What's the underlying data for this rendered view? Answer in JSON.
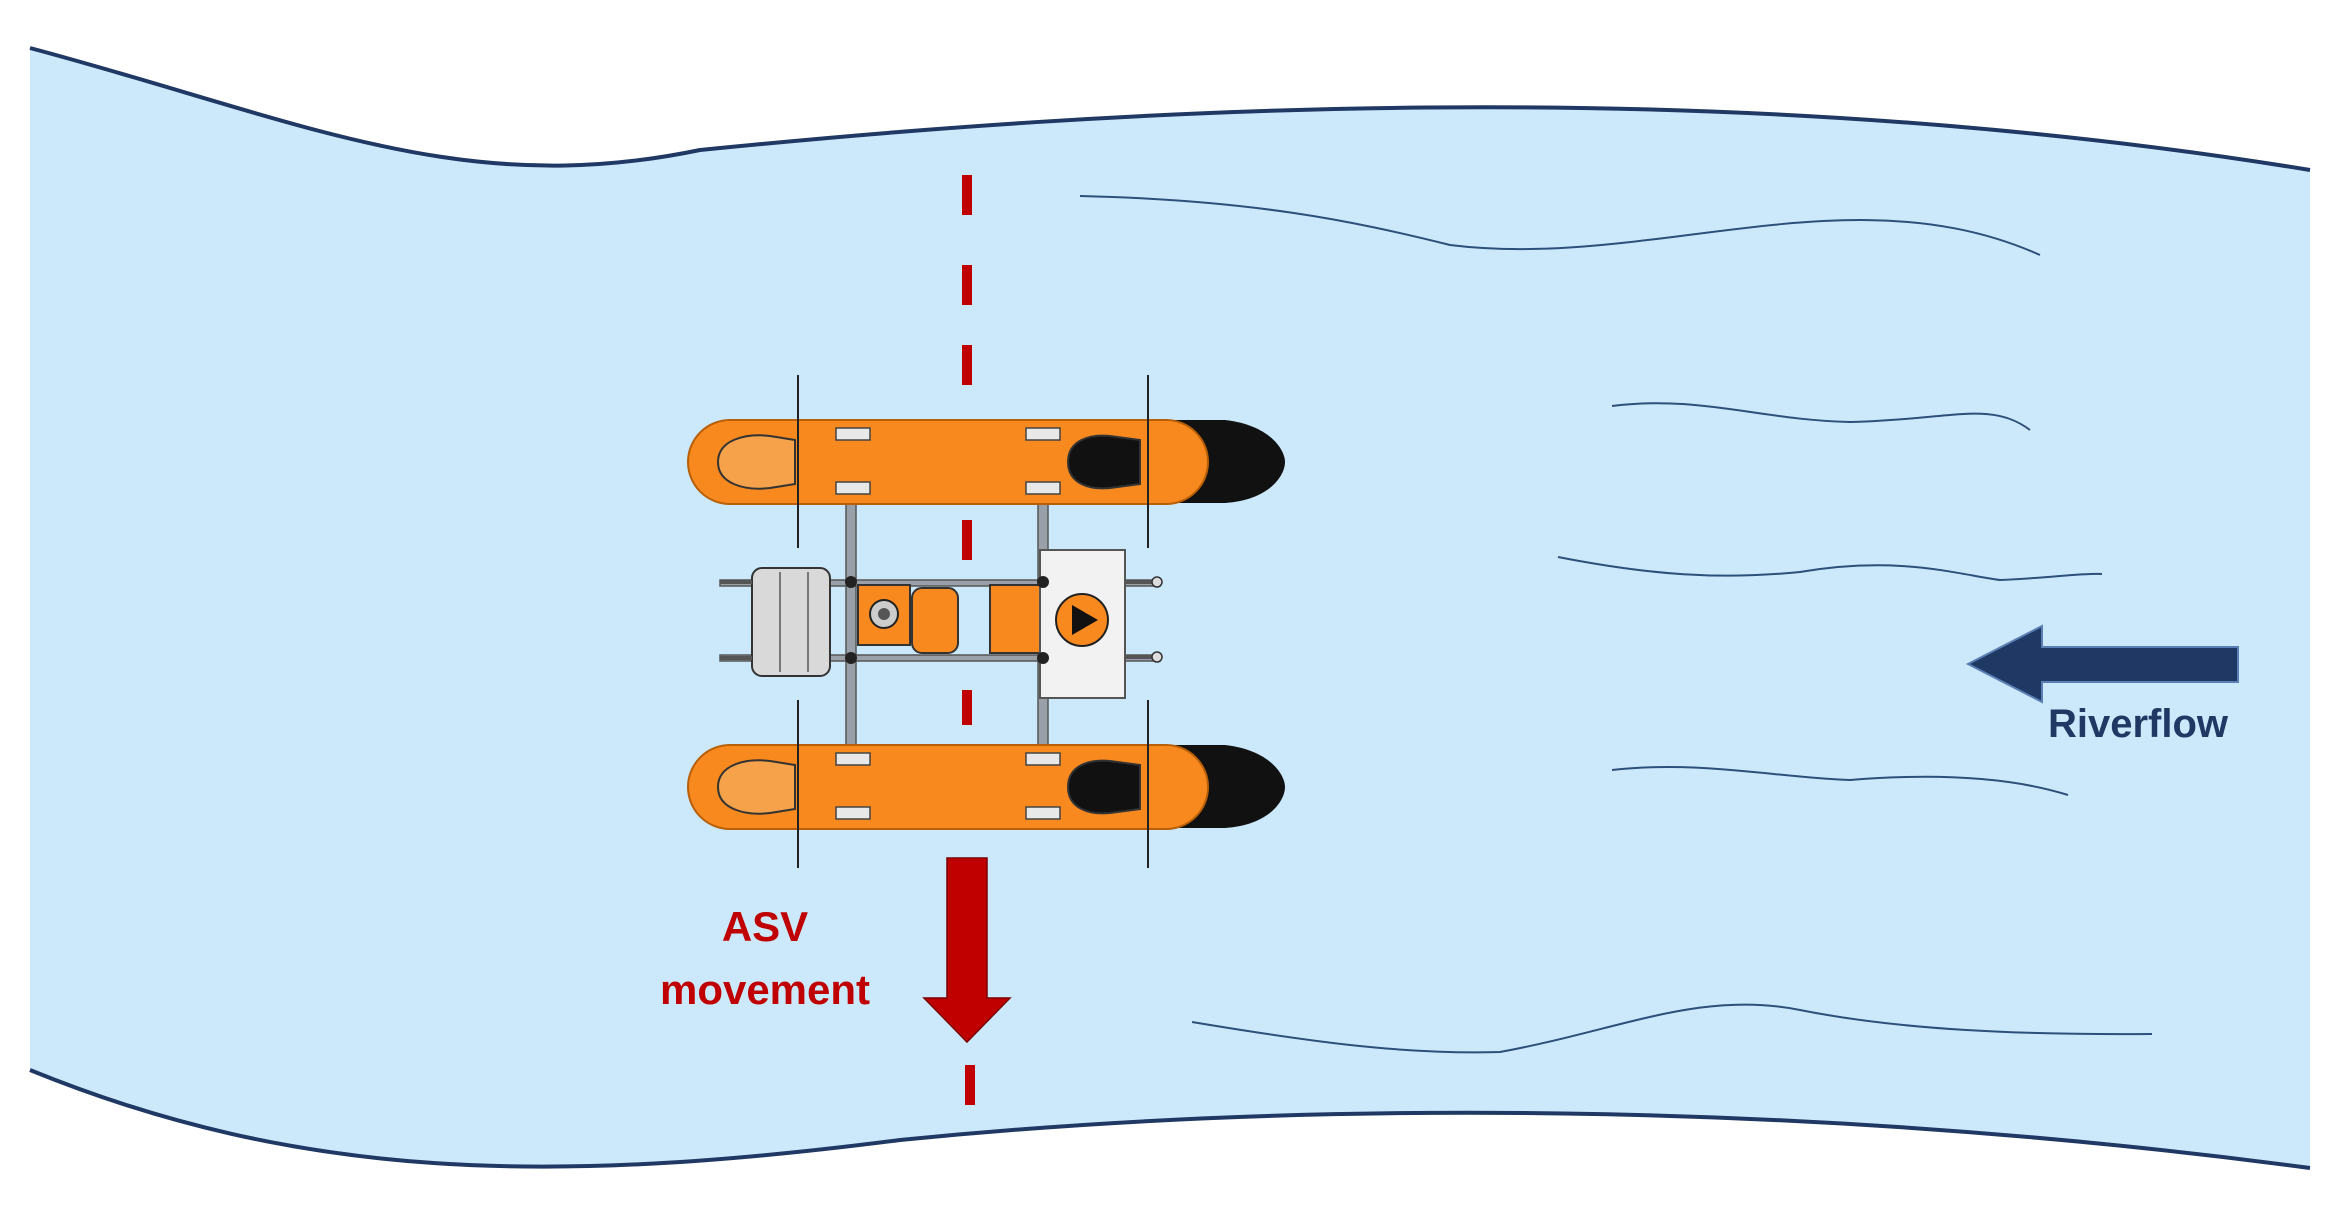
{
  "labels": {
    "riverflow": "Riverflow",
    "asv_line1": "ASV",
    "asv_line2": "movement"
  },
  "colors": {
    "water": "#cce9fc",
    "bank": "#1f3864",
    "wave": "#2e4f7a",
    "flow_arrow": "#1f3864",
    "movement": "#c00000",
    "pontoon": "#f7891e",
    "nose": "#111111",
    "frame": "#9aa0a8",
    "panel": "#f2f2f2"
  },
  "icons": {
    "flow_arrow": "left-arrow-icon",
    "movement_arrow": "down-arrow-icon",
    "play": "play-icon"
  }
}
